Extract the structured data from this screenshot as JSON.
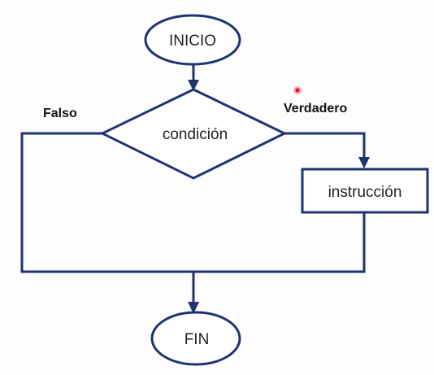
{
  "diagram": {
    "nodes": {
      "start": {
        "label": "INICIO",
        "shape": "ellipse"
      },
      "condition": {
        "label": "condición",
        "shape": "diamond"
      },
      "instruction": {
        "label": "instrucción",
        "shape": "rectangle"
      },
      "end": {
        "label": "FIN",
        "shape": "ellipse"
      }
    },
    "branches": {
      "false": {
        "label": "Falso"
      },
      "true": {
        "label": "Verdadero"
      }
    },
    "edges": [
      {
        "from": "start",
        "to": "condition"
      },
      {
        "from": "condition",
        "to": "instruction",
        "branch": "true"
      },
      {
        "from": "condition",
        "to": "end",
        "branch": "false"
      },
      {
        "from": "instruction",
        "to": "end"
      }
    ]
  },
  "colors": {
    "stroke": "#1f3370",
    "text": "#222222",
    "cursor": "#e0141f"
  }
}
